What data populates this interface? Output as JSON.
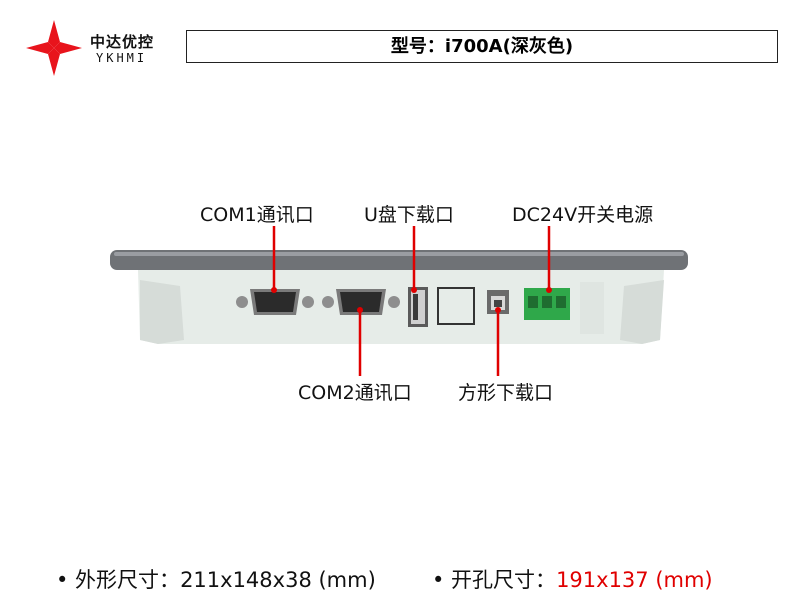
{
  "brand": {
    "name_cn": "中达优控",
    "name_en": "YKHMI"
  },
  "title": "型号：i700A(深灰色)",
  "ports": {
    "com1": "COM1通讯口",
    "usb_disk": "U盘下载口",
    "power": "DC24V开关电源",
    "com2": "COM2通讯口",
    "usb_b": "方形下载口"
  },
  "specs": {
    "size_label": "• 外形尺寸：",
    "size_value": "211x148x38 (mm)",
    "cutout_label": "• 开孔尺寸：",
    "cutout_value": "191x137 (mm)"
  },
  "colors": {
    "accent": "#e00000",
    "device_body": "#e6ece8",
    "bezel": "#6f7276",
    "terminal": "#2fa84a"
  }
}
